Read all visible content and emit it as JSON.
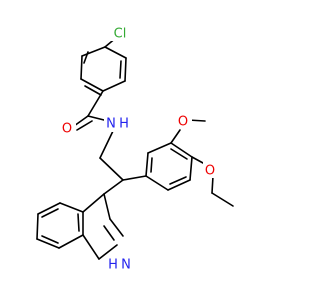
{
  "molecule": {
    "atoms": [
      {
        "id": 1,
        "element": "Cl",
        "label": "Cl",
        "color": "#33aa33"
      },
      {
        "id": 6,
        "element": "O",
        "label": "O",
        "color": "#ee0000"
      },
      {
        "id": 7,
        "element": "N",
        "label": "N",
        "color": "#2222ee"
      },
      {
        "id": 10,
        "element": "O",
        "label": "O",
        "color": "#ee0000"
      },
      {
        "id": 12,
        "element": "O",
        "label": "O",
        "color": "#ee0000"
      },
      {
        "id": 14,
        "element": "N",
        "label": "H",
        "color": "#2222ee"
      },
      {
        "id": 15,
        "element": "N",
        "label": "N",
        "color": "#2222ee"
      }
    ],
    "label_texts": {
      "chlorine": "Cl",
      "carbonyl_oxygen": "O",
      "amide_nitrogen_n": "N",
      "amide_nitrogen_h": "H",
      "methoxy_oxygen": "O",
      "ethoxy_oxygen": "O",
      "indole_h": "H",
      "indole_n": "N"
    },
    "colors": {
      "bond": "#000000",
      "chlorine": "#33aa33",
      "oxygen": "#ee0000",
      "nitrogen": "#2222ee"
    }
  }
}
